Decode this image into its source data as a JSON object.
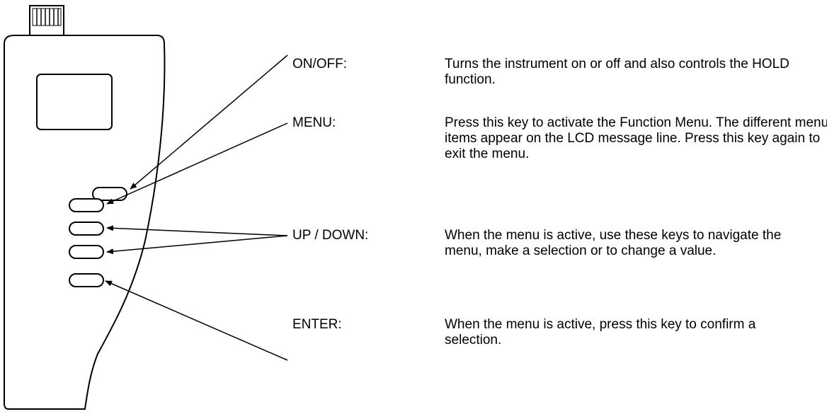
{
  "keys": [
    {
      "label": "ON/OFF:",
      "description": "Turns the instrument on or off and also controls the HOLD function."
    },
    {
      "label": "MENU:",
      "description": "Press this key to activate the Function Menu. The different menu items appear on the LCD message line. Press this key again to exit the menu."
    },
    {
      "label": "UP / DOWN:",
      "description": "When the menu is active, use these keys to navigate the menu, make a selection or to change a value."
    },
    {
      "label": "ENTER:",
      "description": "When the menu is active, press this key to confirm a selection."
    }
  ]
}
